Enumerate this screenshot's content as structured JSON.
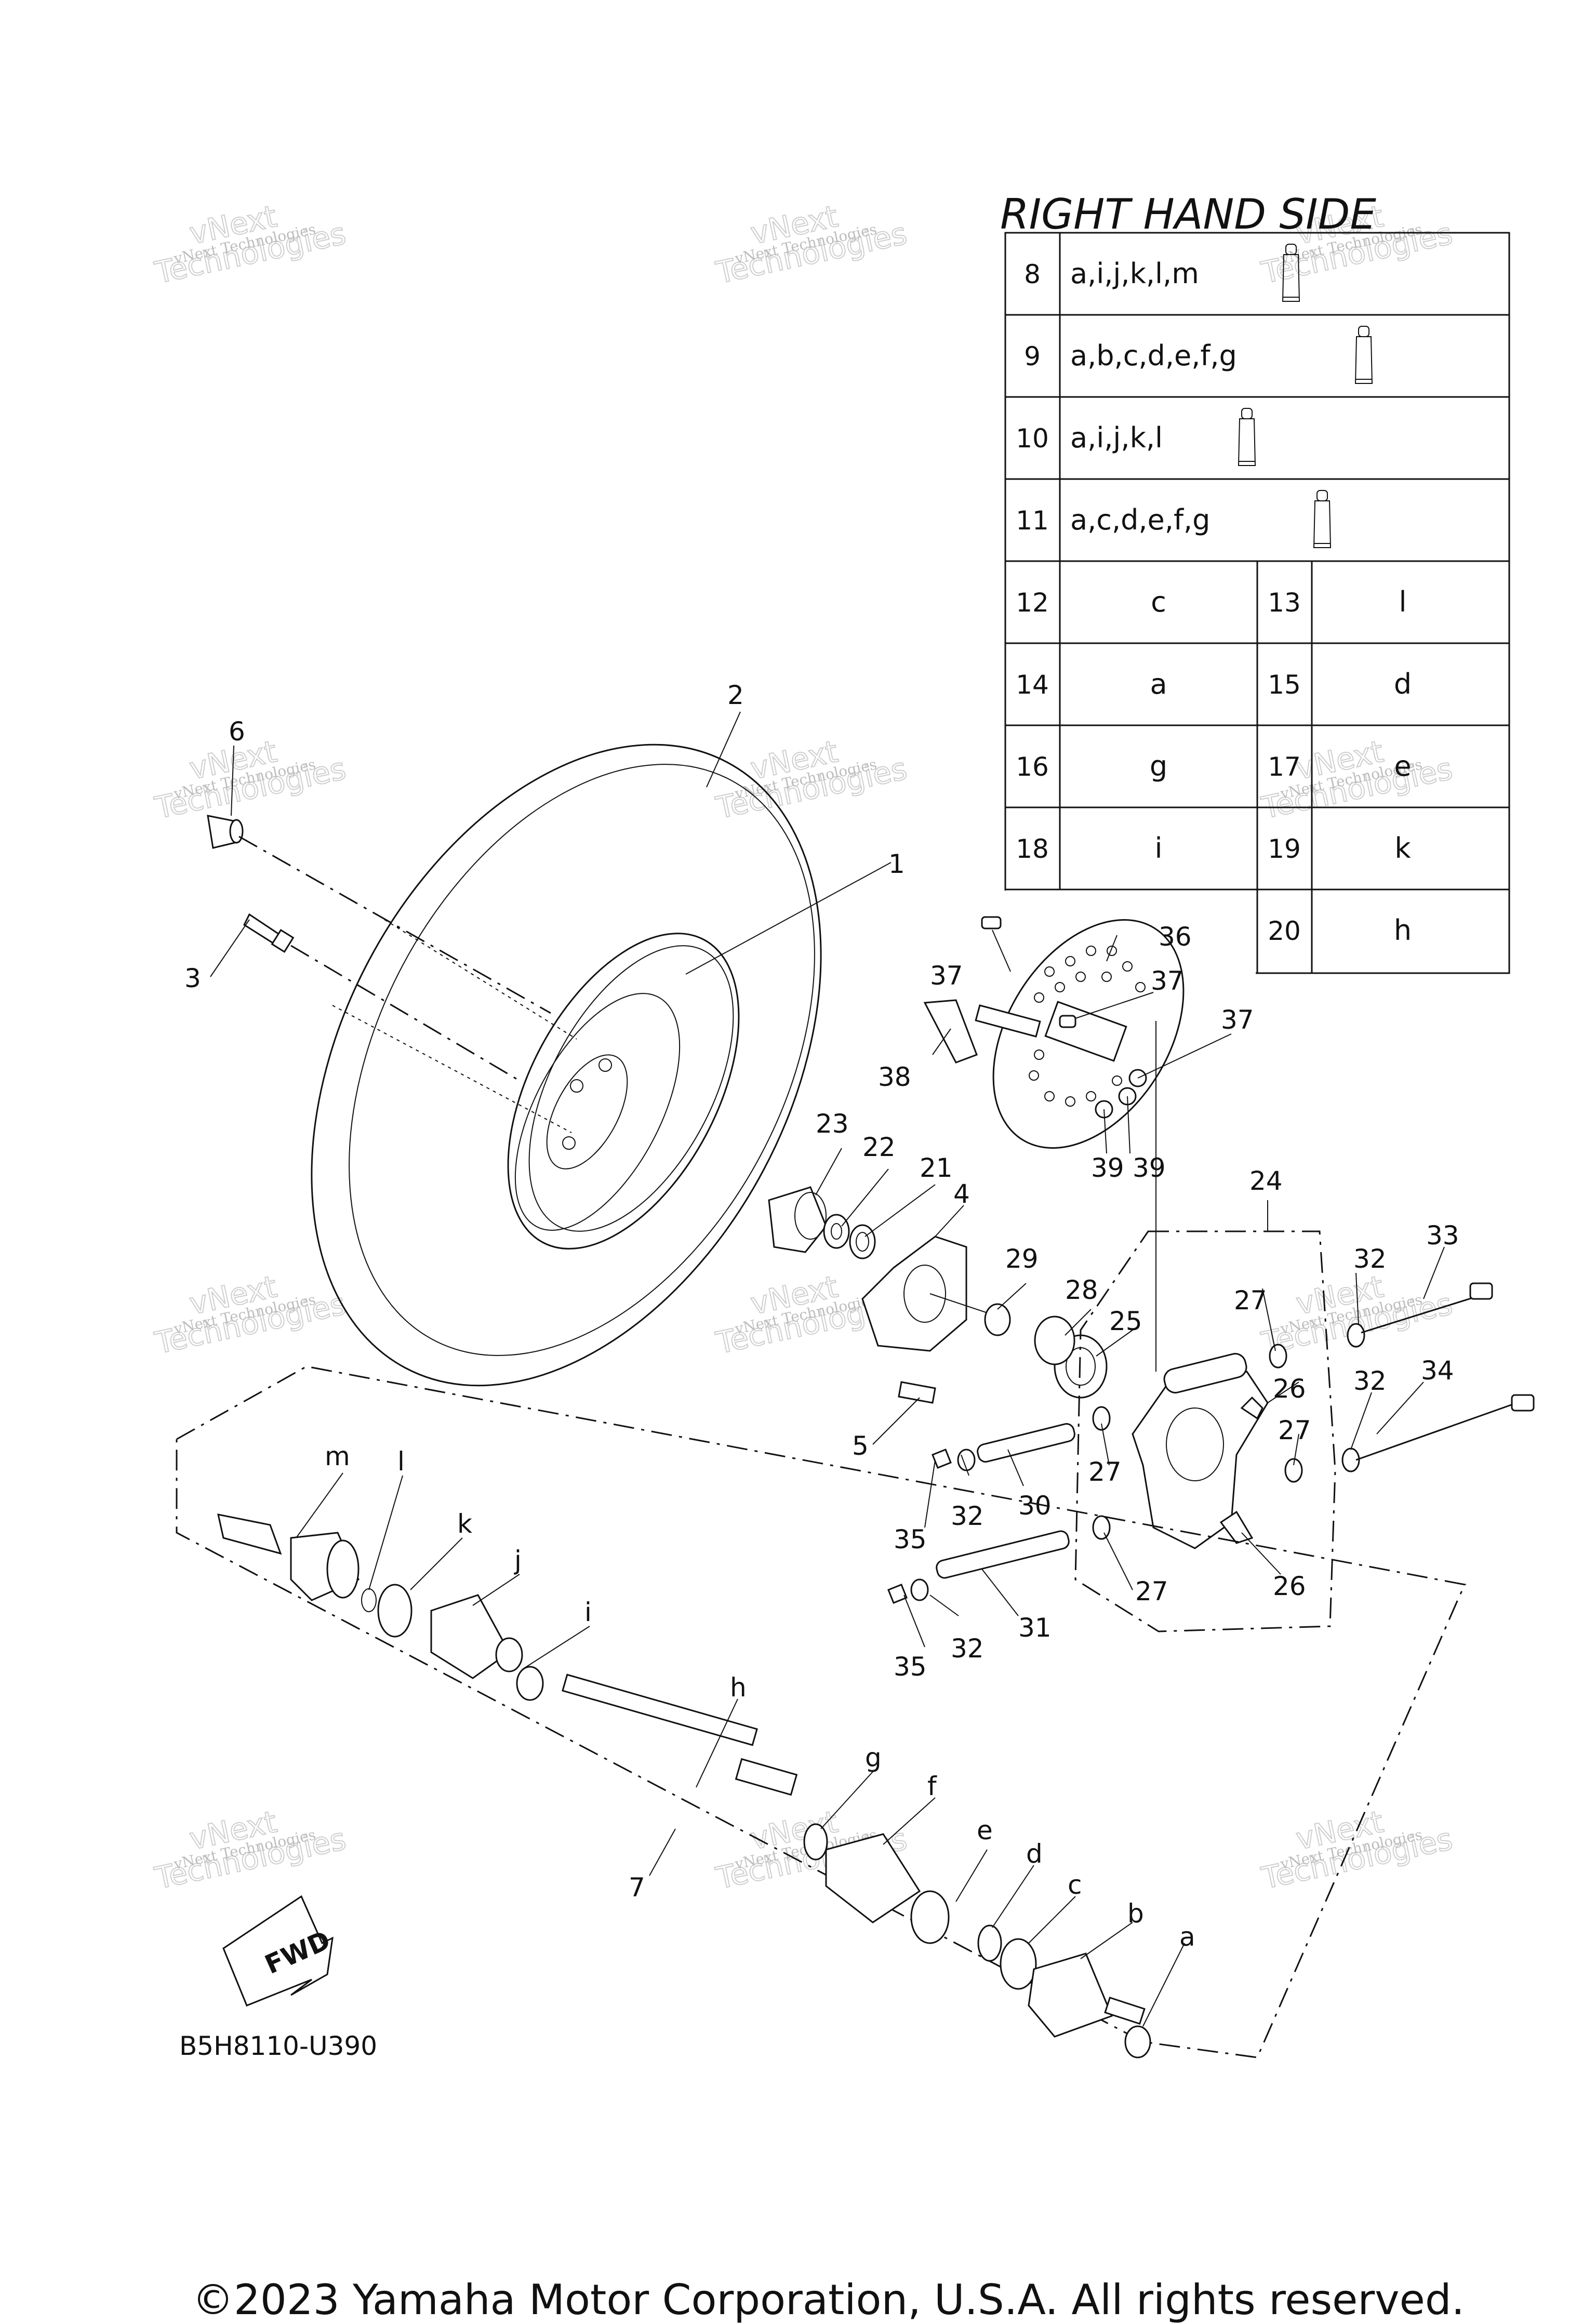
{
  "table": {
    "title": "RIGHT HAND SIDE",
    "full_rows": [
      {
        "num": "8",
        "parts": "a,i,j,k,l,m"
      },
      {
        "num": "9",
        "parts": "a,b,c,d,e,f,g"
      },
      {
        "num": "10",
        "parts": "a,i,j,k,l"
      },
      {
        "num": "11",
        "parts": "a,c,d,e,f,g"
      }
    ],
    "pair_rows": [
      {
        "num1": "12",
        "val1": "c",
        "num2": "13",
        "val2": "l"
      },
      {
        "num1": "14",
        "val1": "a",
        "num2": "15",
        "val2": "d"
      },
      {
        "num1": "16",
        "val1": "g",
        "num2": "17",
        "val2": "e"
      },
      {
        "num1": "18",
        "val1": "i",
        "num2": "19",
        "val2": "k"
      }
    ],
    "last_row": {
      "num": "20",
      "val": "h"
    }
  },
  "callouts": {
    "c1": "1",
    "c2": "2",
    "c3": "3",
    "c4": "4",
    "c5": "5",
    "c6": "6",
    "c7": "7",
    "c21": "21",
    "c22": "22",
    "c23": "23",
    "c24": "24",
    "c25": "25",
    "c26a": "26",
    "c26b": "26",
    "c27a": "27",
    "c27b": "27",
    "c27c": "27",
    "c27d": "27",
    "c28": "28",
    "c29": "29",
    "c30": "30",
    "c31": "31",
    "c32a": "32",
    "c32b": "32",
    "c32c": "32",
    "c32d": "32",
    "c33": "33",
    "c34": "34",
    "c35a": "35",
    "c35b": "35",
    "c36": "36",
    "c37a": "37",
    "c37b": "37",
    "c37c": "37",
    "c38": "38",
    "c39a": "39",
    "c39b": "39",
    "la": "a",
    "lb": "b",
    "lc": "c",
    "ld": "d",
    "le": "e",
    "lf": "f",
    "lg": "g",
    "lh": "h",
    "li": "i",
    "lj": "j",
    "lk": "k",
    "ll": "l",
    "lm": "m"
  },
  "fwd_label": "FWD",
  "diagram_code": "B5H8110-U390",
  "watermark": {
    "line1": "vNext Technologies",
    "line2": "vNext",
    "line3": "Technologies"
  },
  "footer": "©2023 Yamaha Motor Corporation, U.S.A. All rights reserved."
}
